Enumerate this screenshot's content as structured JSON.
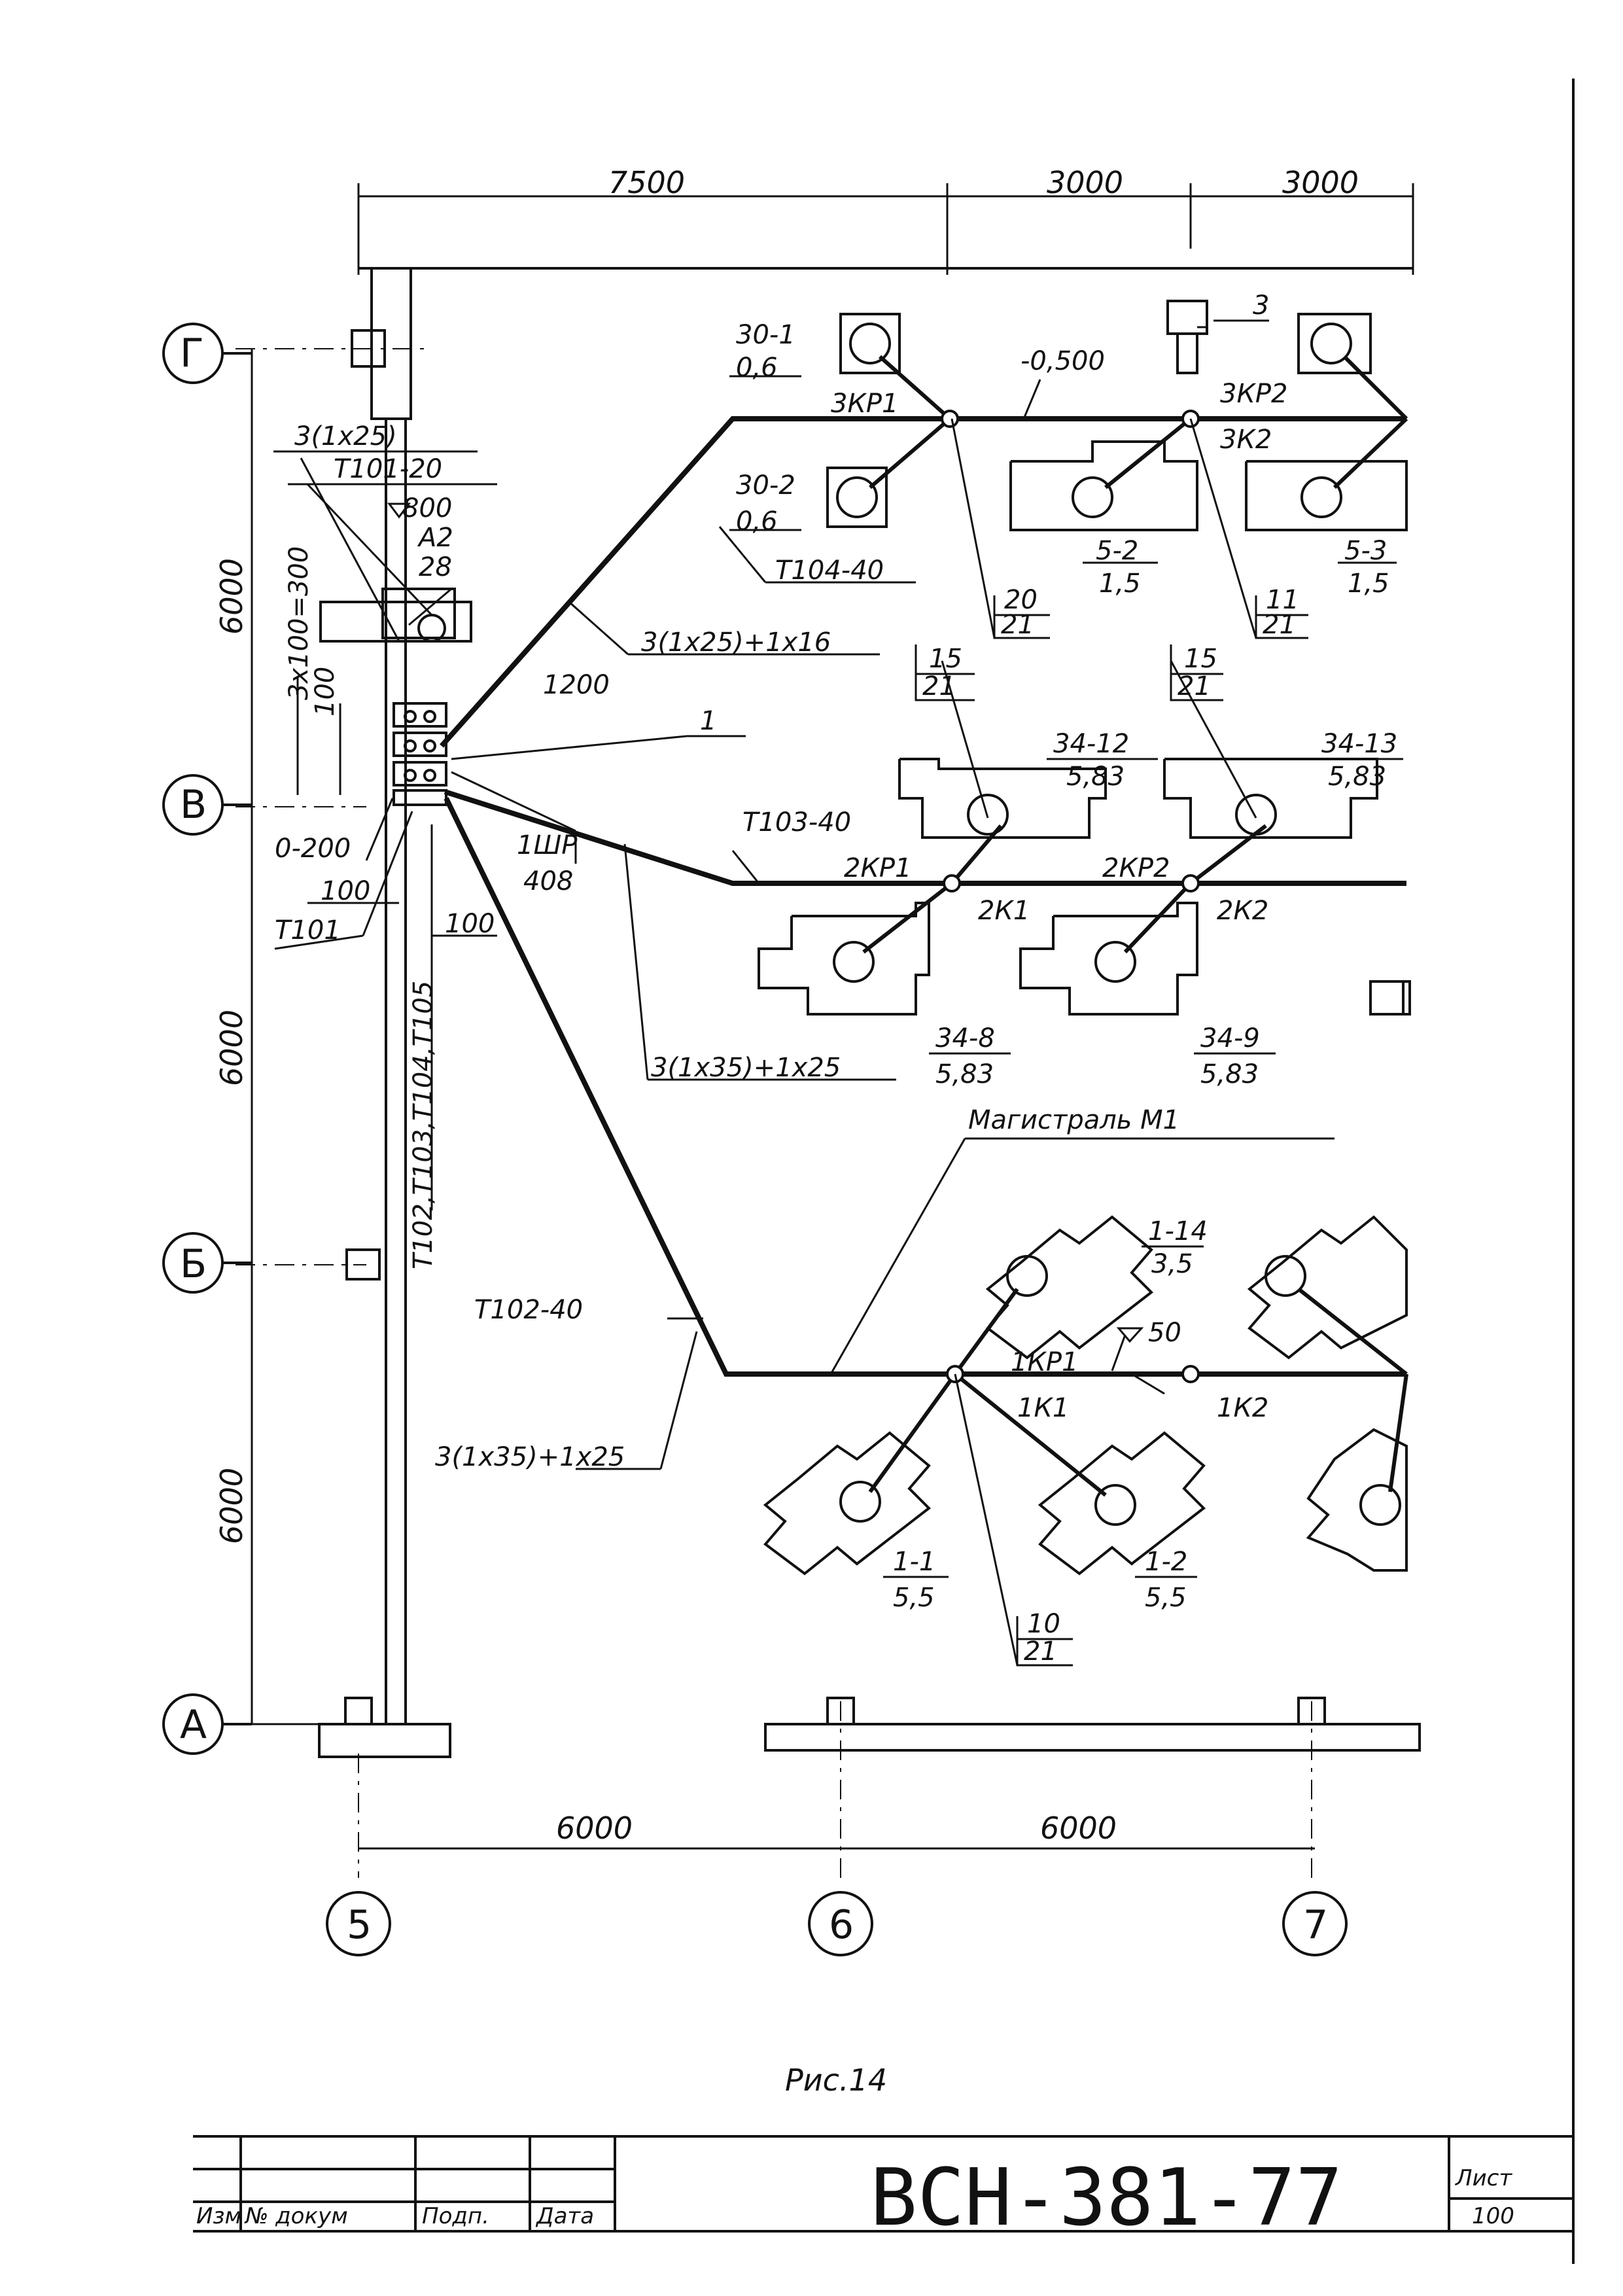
{
  "dimensions": {
    "top": [
      "7500",
      "3000",
      "3000"
    ],
    "bottom": [
      "6000",
      "6000"
    ],
    "left": [
      "6000",
      "6000",
      "6000"
    ],
    "spacing": "3x100=300",
    "d100": "100",
    "d1200": "1200",
    "d0200": "0-200",
    "d100b": "100",
    "d100c": "100"
  },
  "axes": {
    "rows": [
      "Г",
      "В",
      "Б",
      "А"
    ],
    "cols": [
      "5",
      "6",
      "7"
    ]
  },
  "labels": {
    "a": "3(1x25)",
    "b": "T101-20",
    "c": "800",
    "d": "A2",
    "e": "28",
    "f": "T101",
    "g": "T102,T103,T104,T105",
    "h": "1",
    "i": "1ШР",
    "j": "408",
    "k": "3",
    "l": "-0,500",
    "m": "T104-40",
    "n": "3(1x25)+1x16",
    "o": "T103-40",
    "p": "3(1x35)+1x25",
    "q": "Магистраль М1",
    "r": "T102-40",
    "s": "3(1x35)+1x25",
    "t": "50"
  },
  "equipment": [
    {
      "num": "30-1",
      "den": "0,6"
    },
    {
      "num": "30-2",
      "den": "0,6"
    },
    {
      "num": "5-2",
      "den": "1,5"
    },
    {
      "num": "5-3",
      "den": "1,5"
    },
    {
      "num": "34-12",
      "den": "5,83"
    },
    {
      "num": "34-13",
      "den": "5,83"
    },
    {
      "num": "34-8",
      "den": "5,83"
    },
    {
      "num": "34-9",
      "den": "5,83"
    },
    {
      "num": "1-14",
      "den": "3,5"
    },
    {
      "num": "1-1",
      "den": "5,5"
    },
    {
      "num": "1-2",
      "den": "5,5"
    }
  ],
  "boxes": [
    {
      "top": "20",
      "bottom": "21"
    },
    {
      "top": "11",
      "bottom": "21"
    },
    {
      "top": "15",
      "bottom": "21"
    },
    {
      "top": "15",
      "bottom": "21"
    },
    {
      "top": "10",
      "bottom": "21"
    }
  ],
  "nodes": {
    "kp3_1": "3КР1",
    "kp3_2": "3КР2",
    "k3_2": "3К2",
    "kp2_1": "2КР1",
    "k2_1": "2К1",
    "kp2_2": "2КР2",
    "k2_2": "2К2",
    "kp1_1": "1КР1",
    "k1_1": "1К1",
    "k1_2": "1К2"
  },
  "caption": "Рис.14",
  "title_block": {
    "doc": "ВСН-381-77",
    "sheet_label": "Лист",
    "sheet": "100",
    "col1": "Изм",
    "col2": "№ докум",
    "col3": "Подп.",
    "col4": "Дата"
  }
}
